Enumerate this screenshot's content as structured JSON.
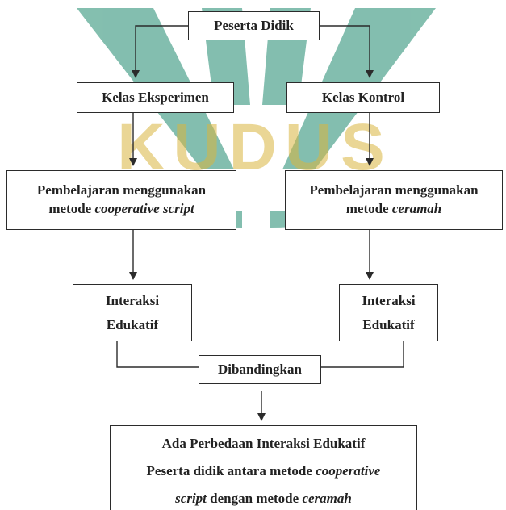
{
  "colors": {
    "watermark_teal": "#1f8a6e",
    "watermark_gold": "#d9b640",
    "line": "#2b2b2b"
  },
  "watermark_text": "KUDUS",
  "boxes": {
    "peserta_didik": "Peserta Didik",
    "kelas_eksperimen": "Kelas  Eksperimen",
    "kelas_kontrol": "Kelas  Kontrol",
    "pembelajaran_left": {
      "line1": "Pembelajaran menggunakan",
      "line2_pre": "metode ",
      "line2_em": "cooperative script"
    },
    "pembelajaran_right": {
      "line1": "Pembelajaran menggunakan",
      "line2_pre": "metode ",
      "line2_em": "ceramah"
    },
    "interaksi_left": {
      "line1": "Interaksi",
      "line2": "Edukatif"
    },
    "interaksi_right": {
      "line1": "Interaksi",
      "line2": "Edukatif"
    },
    "dibandingkan": "Dibandingkan",
    "outcome": {
      "line1": "Ada Perbedaan Interaksi Edukatif",
      "line2_pre": "Peserta didik antara metode ",
      "line2_em": "cooperative",
      "line3_em1": "script",
      "line3_mid": " dengan metode ",
      "line3_em2": "ceramah"
    }
  }
}
